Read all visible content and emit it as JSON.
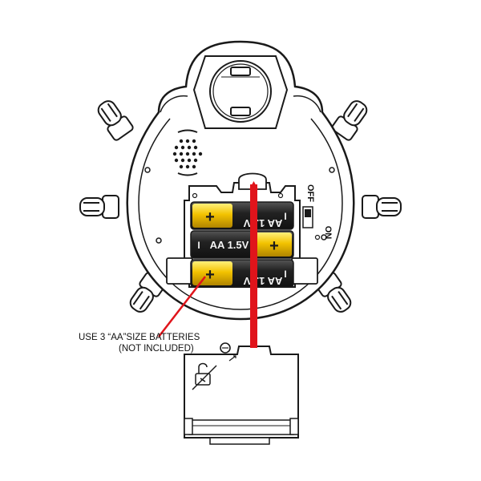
{
  "labels": {
    "switch_off": "OFF",
    "switch_on": "ON",
    "battery_label_top": "AA 1.5V",
    "battery_label_mid": "AA 1.5V",
    "battery_label_bot": "AA 1.5V",
    "battery_minus": "I",
    "battery_plus": "+",
    "caption_line1": "USE 3 “AA”SIZE BATTERIES",
    "caption_line2": "(NOT INCLUDED)"
  },
  "colors": {
    "battery_gold": "#e9b400",
    "battery_gold_light": "#ffe25a",
    "battery_dark": "#2a2a2a",
    "arrow_red": "#e0141b",
    "outline": "#1a1a1a"
  },
  "icons": {
    "speaker": "speaker-grille-icon",
    "screw": "screw-icon",
    "clip": "battery-clip-icon",
    "lock": "unlock-icon"
  }
}
